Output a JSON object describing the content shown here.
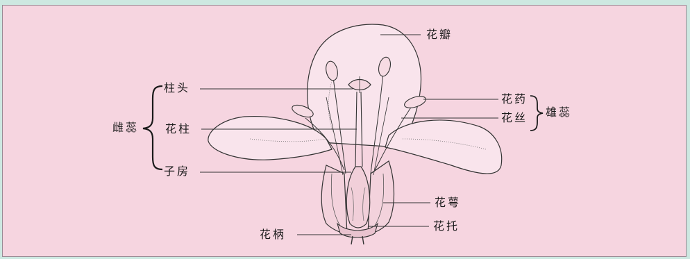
{
  "labels": {
    "petal": "花瓣",
    "stigma": "柱头",
    "style": "花柱",
    "ovary": "子房",
    "pistil": "雌蕊",
    "anther": "花药",
    "filament": "花丝",
    "stamen": "雄蕊",
    "sepal": "花萼",
    "receptacle": "花托",
    "pedicel": "花柄"
  },
  "colors": {
    "background": "#cde8e1",
    "panel": "#f6d5e0",
    "ink": "#1a1a1a",
    "petal_fill": "#f9e4ec"
  }
}
